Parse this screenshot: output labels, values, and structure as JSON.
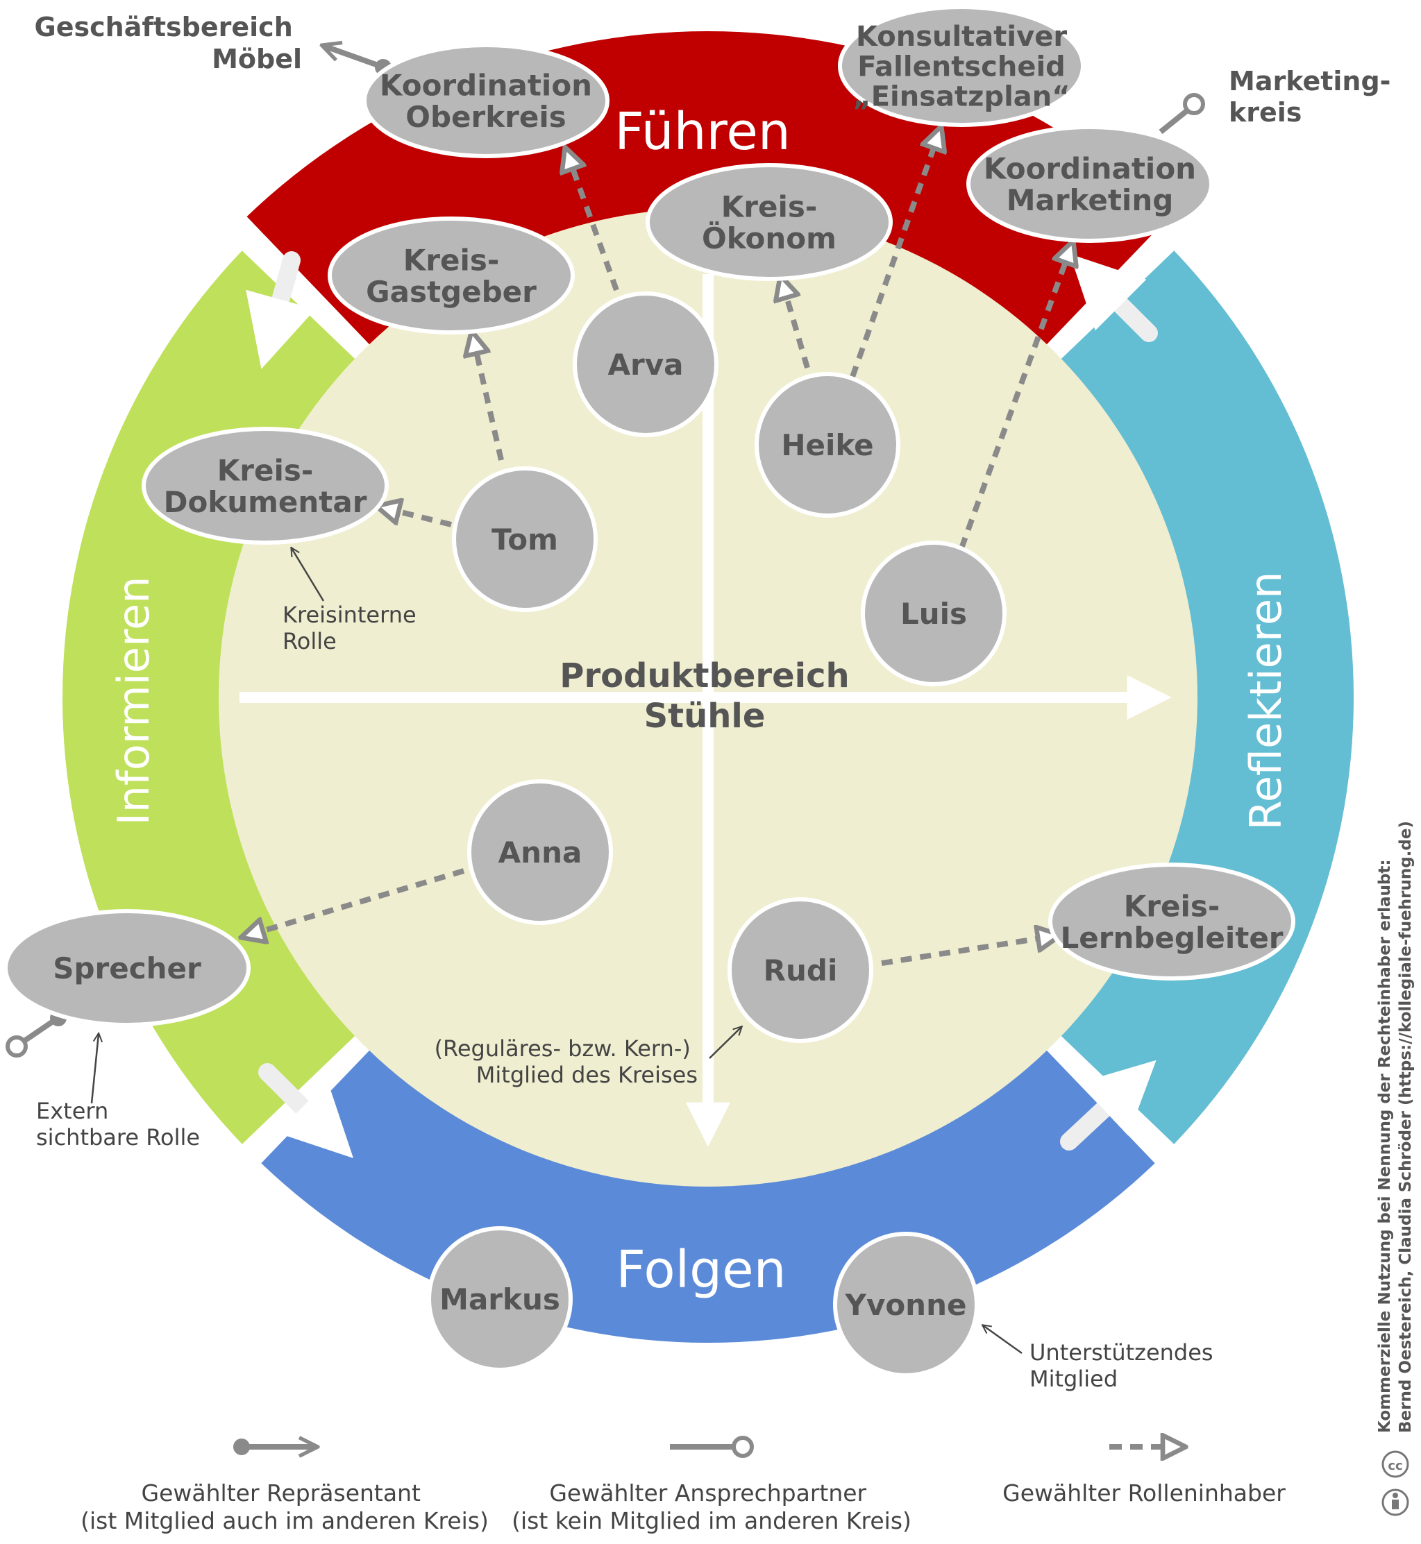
{
  "colors": {
    "fuehren": "#c00000",
    "informieren": "#bfe05a",
    "folgen": "#5b8bd8",
    "reflektieren": "#63bdd3",
    "center": "#f0eed0",
    "node": "#b8b8b8",
    "node_stroke": "#ffffff",
    "text": "#555555",
    "connector": "#8a8a8a"
  },
  "sectors": {
    "fuehren": "Führen",
    "informieren": "Informieren",
    "folgen": "Folgen",
    "reflektieren": "Reflektieren"
  },
  "center_title": [
    "Produktbereich",
    "Stühle"
  ],
  "roles": {
    "koordination_oberkreis": [
      "Koordination",
      "Oberkreis"
    ],
    "konsultativer_fallentscheid": [
      "Konsultativer",
      "Fallentscheid",
      "„Einsatzplan“"
    ],
    "koordination_marketing": [
      "Koordination",
      "Marketing"
    ],
    "kreis_oekonom": [
      "Kreis-",
      "Ökonom"
    ],
    "kreis_gastgeber": [
      "Kreis-",
      "Gastgeber"
    ],
    "kreis_dokumentar": [
      "Kreis-",
      "Dokumentar"
    ],
    "sprecher": [
      "Sprecher"
    ],
    "kreis_lernbegleiter": [
      "Kreis-",
      "Lernbegleiter"
    ]
  },
  "members": {
    "arva": "Arva",
    "heike": "Heike",
    "tom": "Tom",
    "luis": "Luis",
    "anna": "Anna",
    "rudi": "Rudi",
    "markus": "Markus",
    "yvonne": "Yvonne"
  },
  "external": {
    "moebel": [
      "Geschäftsbereich",
      "Möbel"
    ],
    "marketing": [
      "Marketing-",
      "kreis"
    ]
  },
  "annotations": {
    "kreisinterne_rolle": [
      "Kreisinterne",
      "Rolle"
    ],
    "extern_sichtbar": [
      "Extern",
      "sichtbare Rolle"
    ],
    "mitglied": [
      "(Reguläres- bzw. Kern-)",
      "Mitglied des Kreises"
    ],
    "unterstuetzend": [
      "Unterstützendes",
      "Mitglied"
    ]
  },
  "legend": {
    "repraesentant": [
      "Gewählter Repräsentant",
      "(ist Mitglied auch im anderen Kreis)"
    ],
    "ansprechpartner": [
      "Gewählter Ansprechpartner",
      "(ist kein Mitglied im anderen Kreis)"
    ],
    "rolleninhaber": [
      "Gewählter Rolleninhaber"
    ]
  },
  "credit": [
    "Kommerzielle Nutzung bei Nennung der Rechteinhaber erlaubt:",
    "Bernd Oestereich, Claudia Schröder (https://kollegiale-fuehrung.de)"
  ],
  "license_badge": "cc"
}
